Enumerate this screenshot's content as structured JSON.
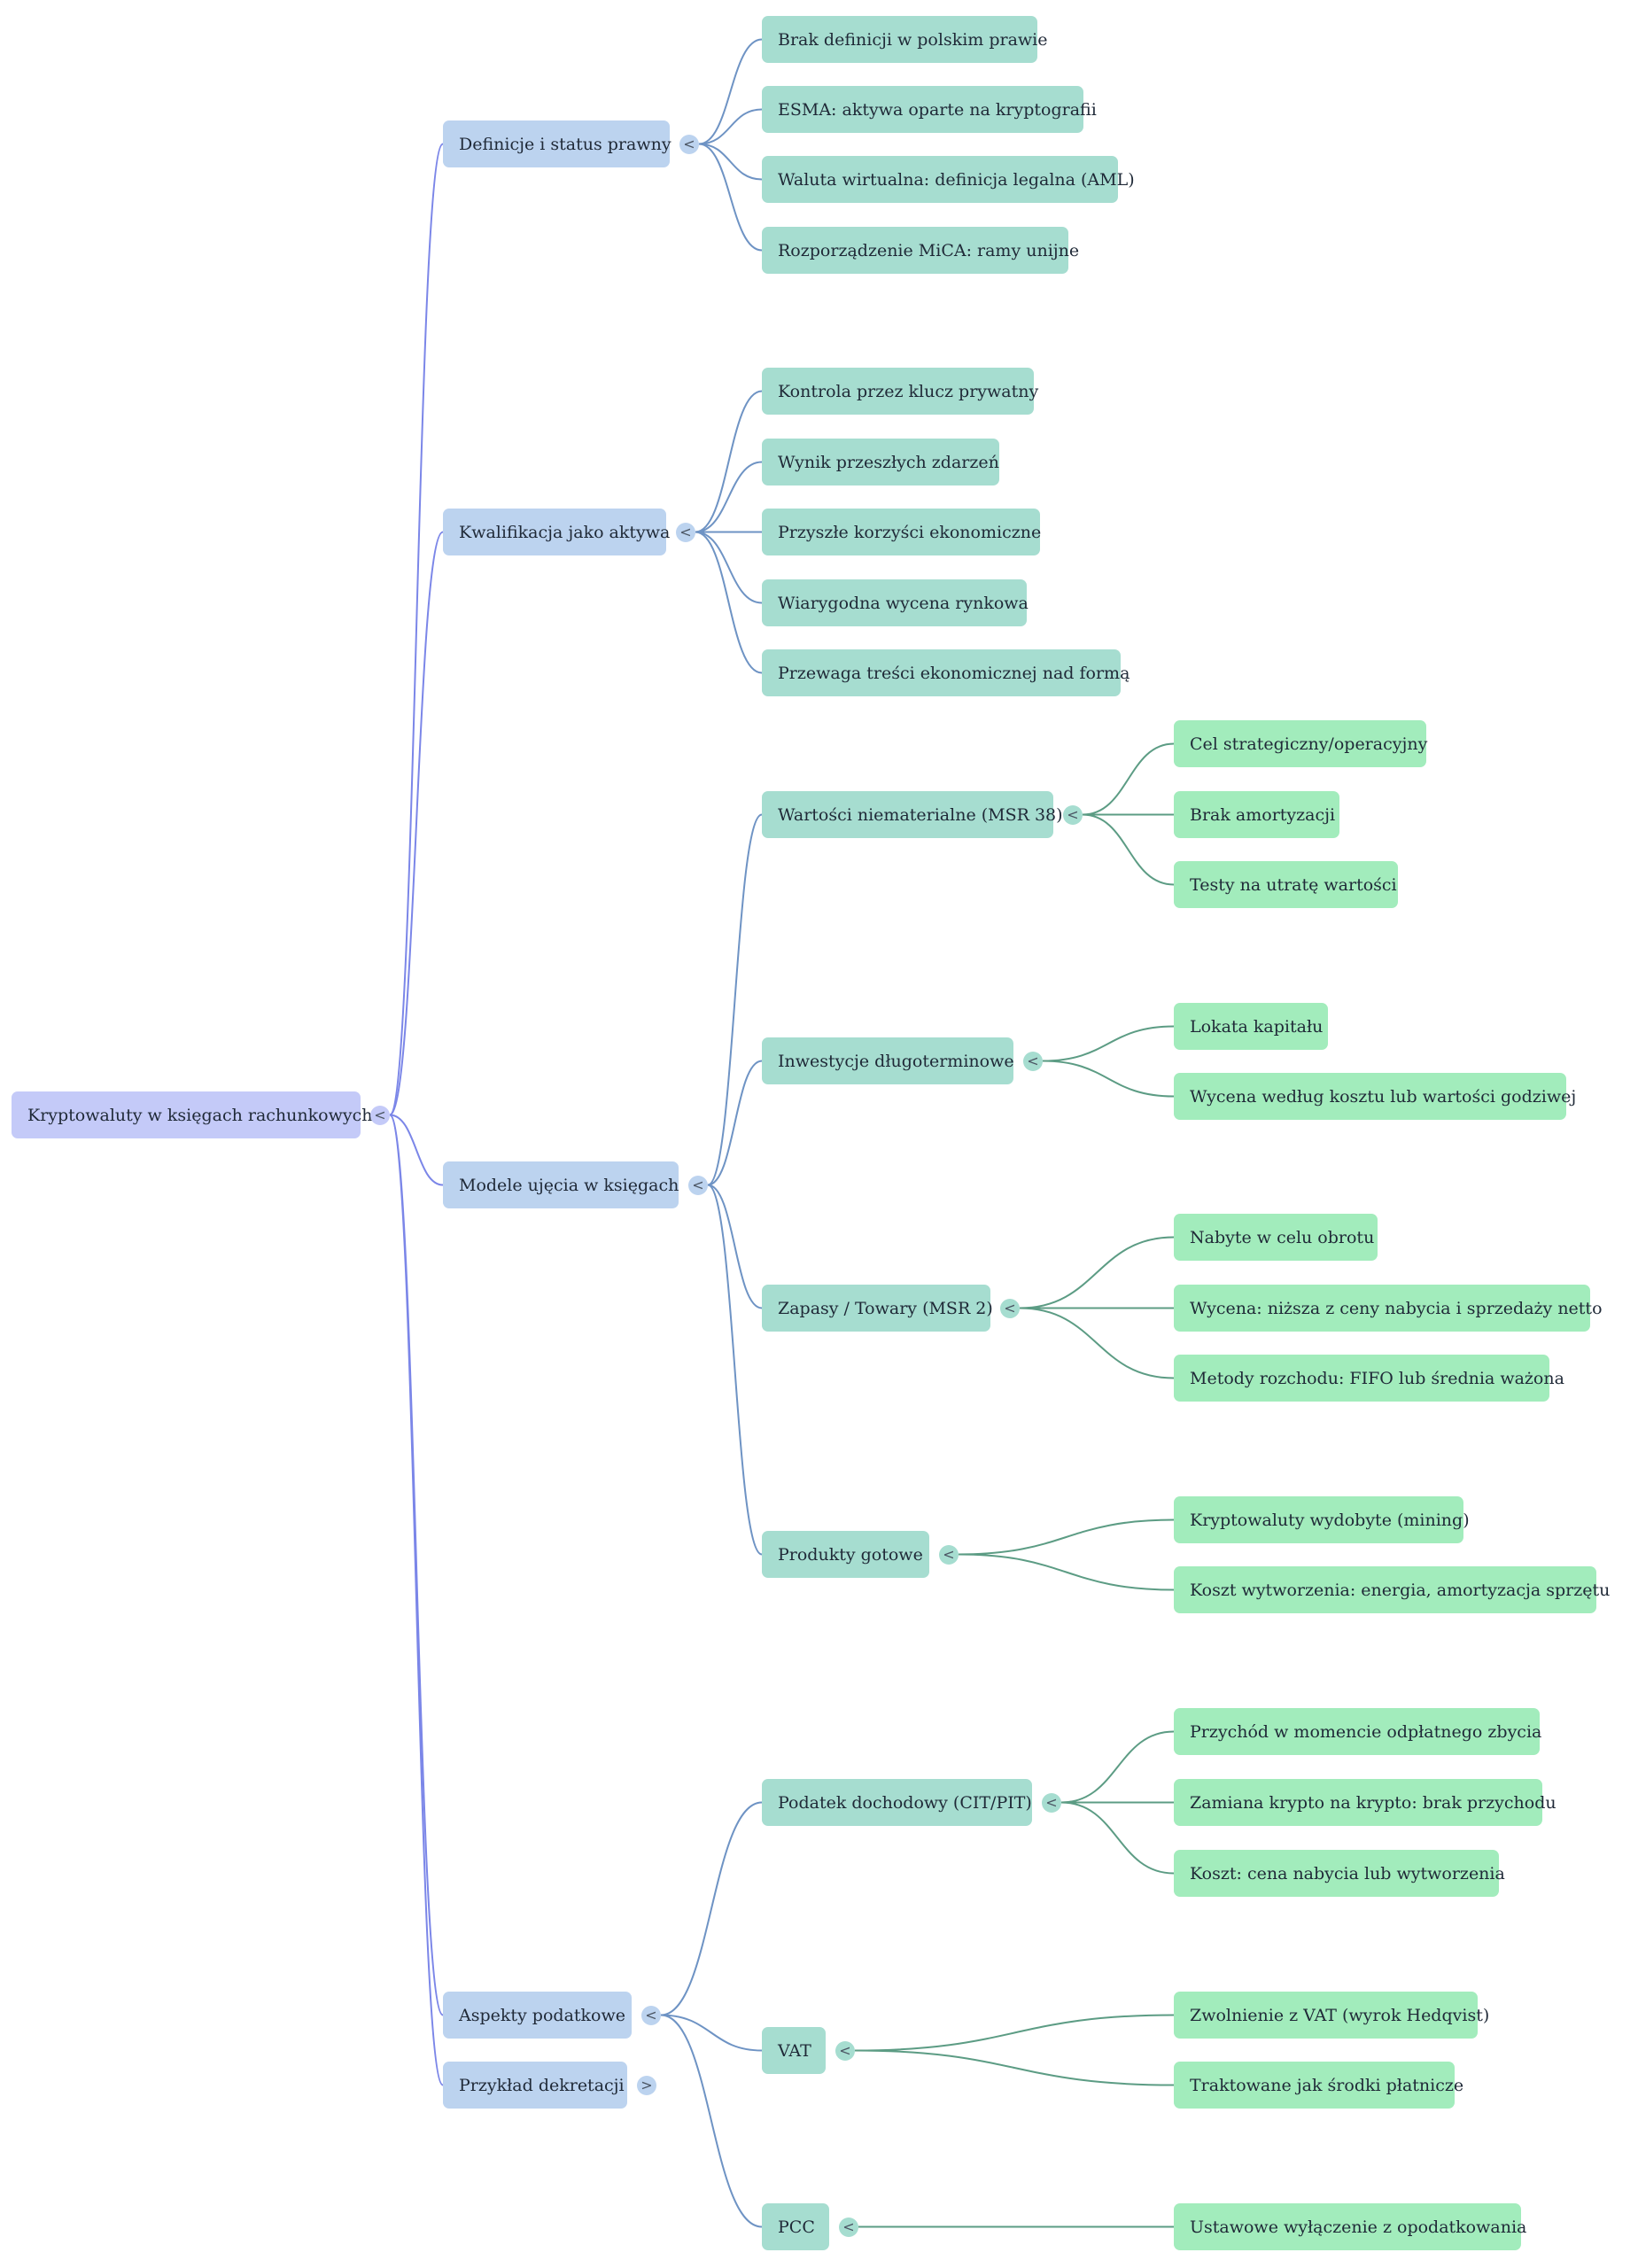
{
  "theme": {
    "root_fill": "#c4caf8",
    "l1_fill": "#bcd3ef",
    "l2_fill": "#a6ddd0",
    "l3_fill": "#a2ecbc",
    "root_edge": "#7b86e8",
    "l1_edge": "#6e93c4",
    "l2_edge": "#5c9c84"
  },
  "mindmap": {
    "id": "root",
    "label": "Kryptowaluty w księgach rachunkowych",
    "toggle": "<",
    "children": [
      {
        "id": "definicje",
        "label": "Definicje i status prawny",
        "toggle": "<",
        "children": [
          {
            "id": "def-1",
            "label": "Brak definicji w polskim prawie"
          },
          {
            "id": "def-2",
            "label": "ESMA: aktywa oparte na kryptografii"
          },
          {
            "id": "def-3",
            "label": "Waluta wirtualna: definicja legalna (AML)"
          },
          {
            "id": "def-4",
            "label": "Rozporządzenie MiCA: ramy unijne"
          }
        ]
      },
      {
        "id": "kwalifikacja",
        "label": "Kwalifikacja jako aktywa",
        "toggle": "<",
        "children": [
          {
            "id": "kw-1",
            "label": "Kontrola przez klucz prywatny"
          },
          {
            "id": "kw-2",
            "label": "Wynik przeszłych zdarzeń"
          },
          {
            "id": "kw-3",
            "label": "Przyszłe korzyści ekonomiczne"
          },
          {
            "id": "kw-4",
            "label": "Wiarygodna wycena rynkowa"
          },
          {
            "id": "kw-5",
            "label": "Przewaga treści ekonomicznej nad formą"
          }
        ]
      },
      {
        "id": "modele",
        "label": "Modele ujęcia w księgach",
        "toggle": "<",
        "children": [
          {
            "id": "wnip",
            "label": "Wartości niematerialne (MSR 38)",
            "toggle": "<",
            "children": [
              {
                "id": "wnip-1",
                "label": "Cel strategiczny/operacyjny"
              },
              {
                "id": "wnip-2",
                "label": "Brak amortyzacji"
              },
              {
                "id": "wnip-3",
                "label": "Testy na utratę wartości"
              }
            ]
          },
          {
            "id": "inwest",
            "label": "Inwestycje długoterminowe",
            "toggle": "<",
            "children": [
              {
                "id": "inw-1",
                "label": "Lokata kapitału"
              },
              {
                "id": "inw-2",
                "label": "Wycena według kosztu lub wartości godziwej"
              }
            ]
          },
          {
            "id": "zapasy",
            "label": "Zapasy / Towary (MSR 2)",
            "toggle": "<",
            "children": [
              {
                "id": "zap-1",
                "label": "Nabyte w celu obrotu"
              },
              {
                "id": "zap-2",
                "label": "Wycena: niższa z ceny nabycia i sprzedaży netto"
              },
              {
                "id": "zap-3",
                "label": "Metody rozchodu: FIFO lub średnia ważona"
              }
            ]
          },
          {
            "id": "produkty",
            "label": "Produkty gotowe",
            "toggle": "<",
            "children": [
              {
                "id": "prod-1",
                "label": "Kryptowaluty wydobyte (mining)"
              },
              {
                "id": "prod-2",
                "label": "Koszt wytworzenia: energia, amortyzacja sprzętu"
              }
            ]
          }
        ]
      },
      {
        "id": "podatki",
        "label": "Aspekty podatkowe",
        "toggle": "<",
        "children": [
          {
            "id": "cit",
            "label": "Podatek dochodowy (CIT/PIT)",
            "toggle": "<",
            "children": [
              {
                "id": "cit-1",
                "label": "Przychód w momencie odpłatnego zbycia"
              },
              {
                "id": "cit-2",
                "label": "Zamiana krypto na krypto: brak przychodu"
              },
              {
                "id": "cit-3",
                "label": "Koszt: cena nabycia lub wytworzenia"
              }
            ]
          },
          {
            "id": "vat",
            "label": "VAT",
            "toggle": "<",
            "children": [
              {
                "id": "vat-1",
                "label": "Zwolnienie z VAT (wyrok Hedqvist)"
              },
              {
                "id": "vat-2",
                "label": "Traktowane jak środki płatnicze"
              }
            ]
          },
          {
            "id": "pcc",
            "label": "PCC",
            "toggle": "<",
            "children": [
              {
                "id": "pcc-1",
                "label": "Ustawowe wyłączenie z opodatkowania"
              }
            ]
          }
        ]
      },
      {
        "id": "przyklad",
        "label": "Przykład dekretacji",
        "toggle": ">",
        "children": []
      }
    ]
  }
}
